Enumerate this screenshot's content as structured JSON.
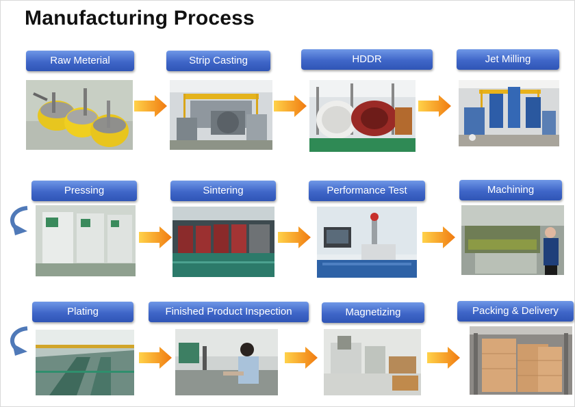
{
  "title": "Manufacturing Process",
  "colors": {
    "label_top": "#6f97e6",
    "label_bottom": "#2f55b6",
    "arrow_light": "#ffd24a",
    "arrow_dark": "#f07a10",
    "curve_arrow": "#4f79b8"
  },
  "steps": [
    {
      "label": "Raw Meterial"
    },
    {
      "label": "Strip Casting"
    },
    {
      "label": "HDDR"
    },
    {
      "label": "Jet Milling"
    },
    {
      "label": "Pressing"
    },
    {
      "label": "Sintering"
    },
    {
      "label": "Performance Test"
    },
    {
      "label": "Machining"
    },
    {
      "label": "Plating"
    },
    {
      "label": "Finished Product Inspection"
    },
    {
      "label": "Magnetizing"
    },
    {
      "label": "Packing & Delivery"
    }
  ]
}
